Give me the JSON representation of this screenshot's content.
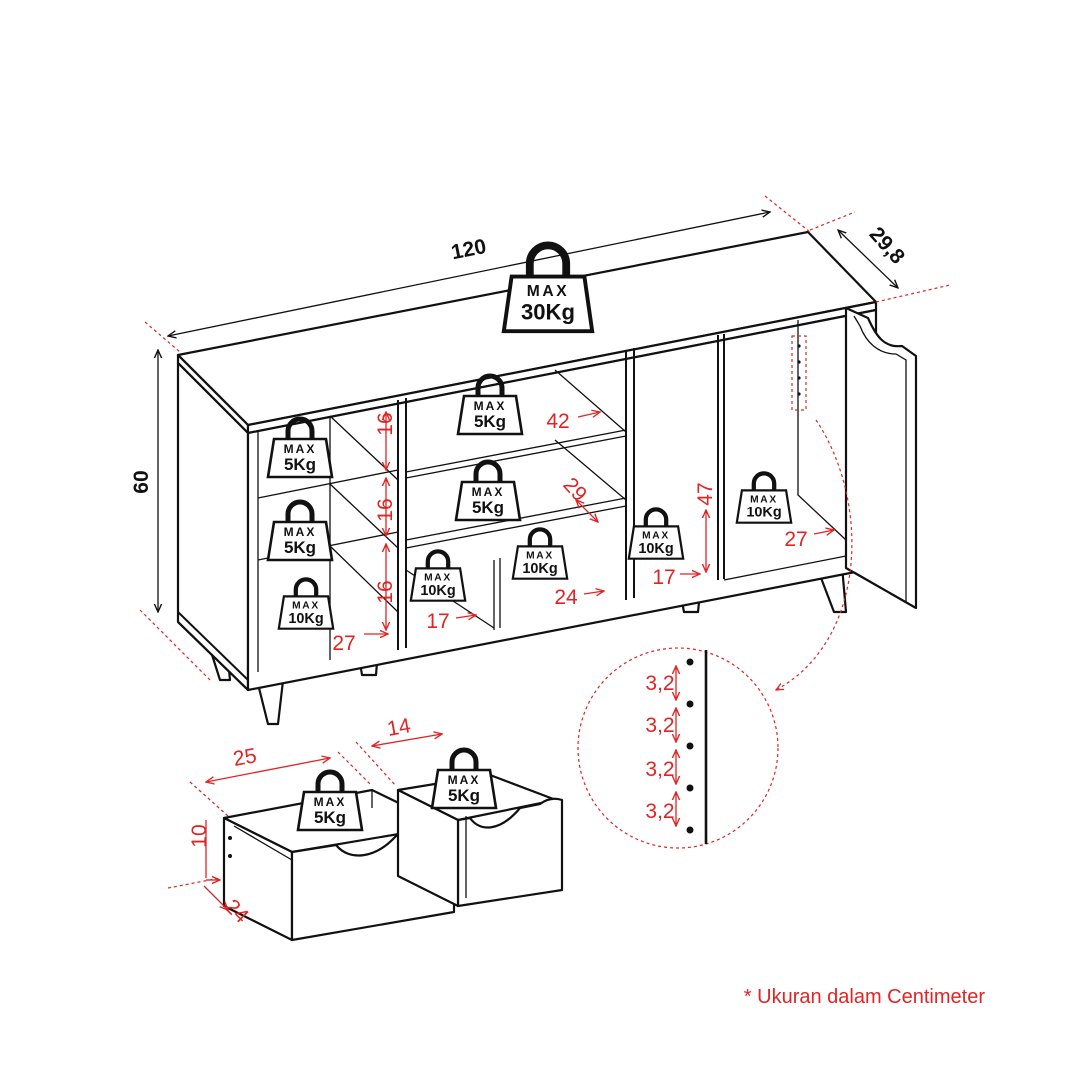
{
  "dimensions": {
    "width": "120",
    "depth": "29,8",
    "height": "60"
  },
  "inner_dims": {
    "left_shelf_1": "16",
    "left_shelf_2": "16",
    "left_shelf_3": "16",
    "left_depth": "27",
    "center_width": "42",
    "center_depth": "29",
    "center_bottom_1": "17",
    "center_bottom_2": "24",
    "right_height": "47",
    "right_width": "17",
    "right_depth": "27"
  },
  "weights": {
    "top": {
      "max": "MAX",
      "value": "30Kg"
    },
    "center_top": {
      "max": "MAX",
      "value": "5Kg"
    },
    "center_mid": {
      "max": "MAX",
      "value": "5Kg"
    },
    "left_1": {
      "max": "MAX",
      "value": "5Kg"
    },
    "left_2": {
      "max": "MAX",
      "value": "5Kg"
    },
    "left_3": {
      "max": "MAX",
      "value": "10Kg"
    },
    "center_bottom_1": {
      "max": "MAX",
      "value": "10Kg"
    },
    "center_bottom_2": {
      "max": "MAX",
      "value": "10Kg"
    },
    "right_1": {
      "max": "MAX",
      "value": "10Kg"
    },
    "right_2": {
      "max": "MAX",
      "value": "10Kg"
    },
    "drawer_big": {
      "max": "MAX",
      "value": "5Kg"
    },
    "drawer_small": {
      "max": "MAX",
      "value": "5Kg"
    }
  },
  "drawers": {
    "big_width": "25",
    "small_width": "14",
    "height": "10",
    "depth": "24"
  },
  "pin_spacing": [
    "3,2",
    "3,2",
    "3,2",
    "3,2"
  ],
  "footnote": "* Ukuran dalam Centimeter"
}
